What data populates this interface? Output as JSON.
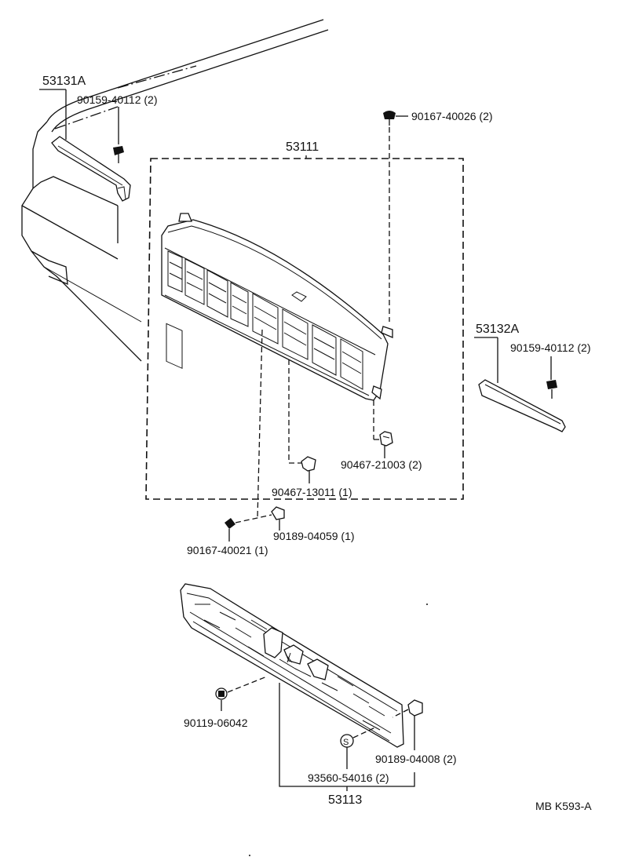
{
  "labels": {
    "bracket_left": "53131A",
    "screw_left": "90159-40112 (2)",
    "screw_top": "90167-40026 (2)",
    "grille": "53111",
    "bracket_right": "53132A",
    "screw_right": "90159-40112 (2)",
    "nut_right": "90467-21003 (2)",
    "clip_center": "90467-13011 (1)",
    "nut_low": "90189-04059 (1)",
    "screw_low": "90167-40021 (1)",
    "screw_bottom": "90119-06042",
    "nut_bottom": "90189-04008 (2)",
    "emblem_s": "S",
    "clip_bottom": "93560-54016 (2)",
    "radiator_grille": "53113",
    "code": "MB K593-A"
  }
}
